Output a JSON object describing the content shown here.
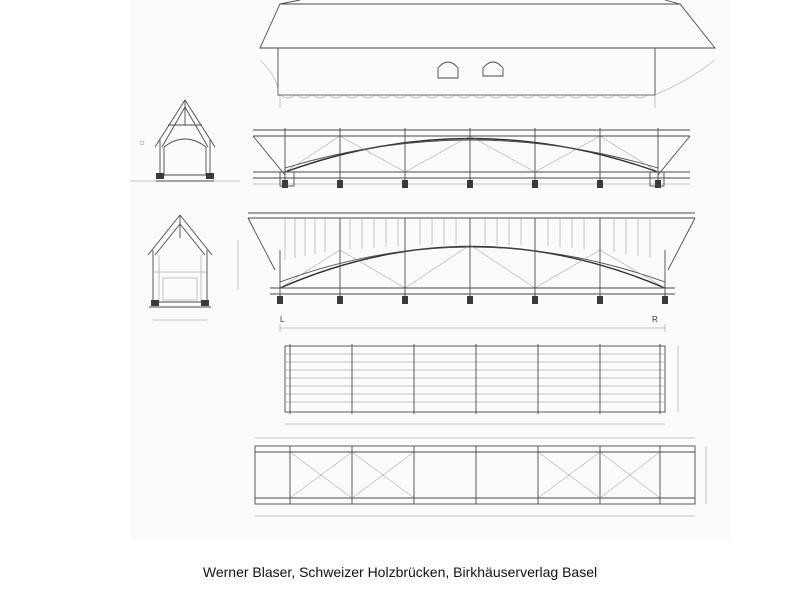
{
  "caption": "Werner Blaser, Schweizer Holzbrücken, Birkhäuserverlag Basel",
  "drawing": {
    "label_left": "L",
    "label_right": "R"
  },
  "colors": {
    "line": "#4a4a4a",
    "paper": "#fbfbf9",
    "background": "#ffffff"
  }
}
